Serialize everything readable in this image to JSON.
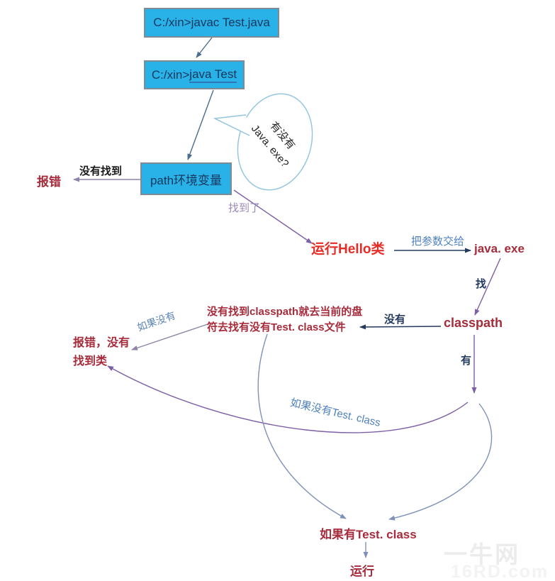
{
  "colors": {
    "accent_cyan": "#29b2e8",
    "box_border": "#7e8a94",
    "box_text": "#17375e",
    "dark_red": "#a62b3b",
    "bright_red": "#e52d27",
    "steel_blue": "#4f81bd",
    "light_blue": "#5b84b5",
    "purple": "#7d5fa5",
    "gray_purple": "#8f84a8",
    "navy": "#243a5e",
    "slate": "#4a6e8c",
    "steel": "#7e91b8",
    "bubble_stroke": "#8fc3e0",
    "watermark1": "#ececec",
    "watermark2": "#f3f3f3"
  },
  "boxes": {
    "javac_label": "C:/xin>javac Test.java",
    "java_prefix": "C:/xin>",
    "java_cmd": "java Test",
    "path_label": "path环境变量"
  },
  "bubble": {
    "line1": "有没有",
    "line2": "Java. exe?"
  },
  "labels": {
    "error": "报错",
    "not_found": "没有找到",
    "found": "找到了",
    "run_hello": "运行Hello类",
    "pass_args": "把参数交给",
    "java_exe": "java. exe",
    "find": "找",
    "classpath": "classpath",
    "no": "没有",
    "no_classpath_note": "没有找到classpath就去当前的盘符去找有没有Test. class文件",
    "yes": "有",
    "if_none": "如果没有",
    "error_no_class": "报错，没有找到类",
    "if_no_testclass": "如果没有Test. class",
    "if_has_testclass": "如果有Test. class",
    "run": "运行"
  },
  "watermark": {
    "line1": "一牛网",
    "line2": "16RD.com"
  }
}
